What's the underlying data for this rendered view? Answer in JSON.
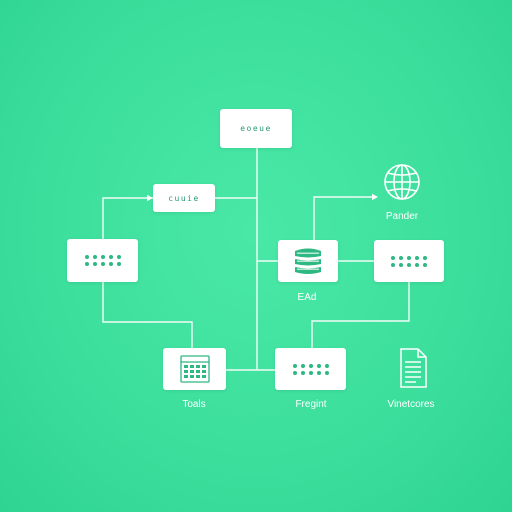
{
  "diagram": {
    "colors": {
      "background": "#3ddf9d",
      "node_fill": "#ffffff",
      "line": "#ffffff",
      "accent": "#2eb882",
      "label": "#ffffff"
    },
    "nodes": {
      "top": {
        "label": "eoeue"
      },
      "upper_left": {
        "label": "cuuie"
      },
      "left": {
        "icon": "dot-grid-icon"
      },
      "database": {
        "icon": "database-icon"
      },
      "right": {
        "icon": "dot-grid-icon"
      },
      "tools": {
        "icon": "calculator-grid-icon"
      },
      "fragment": {
        "icon": "dot-grid-icon"
      }
    },
    "captions": {
      "globe": "Pander",
      "database": "EAd",
      "tools": "Toals",
      "fragment": "Fregint",
      "document": "Vinetcores"
    },
    "icons": {
      "globe": "globe-icon",
      "document": "document-icon"
    }
  }
}
